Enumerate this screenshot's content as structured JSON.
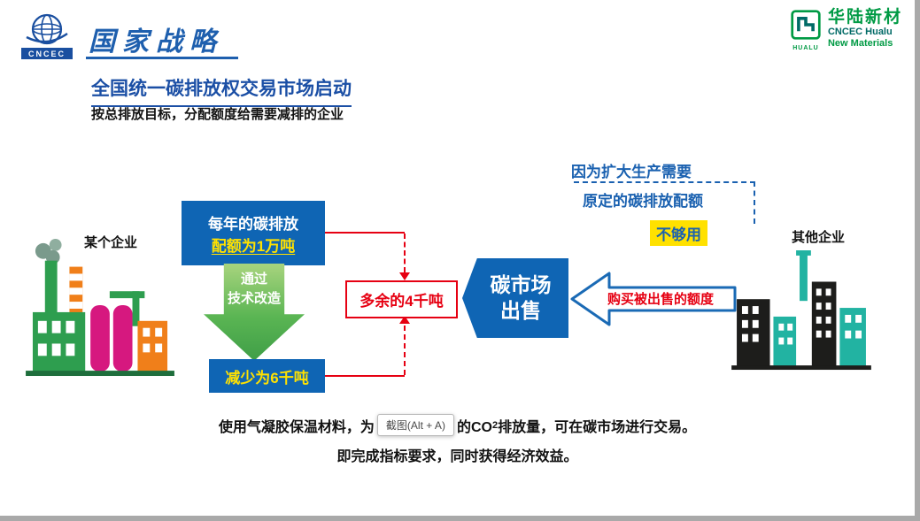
{
  "header": {
    "cncec_logo_text": "CNCEC",
    "strategy_title": "国家战略",
    "hualu": {
      "name": "华陆新材",
      "icon_label": "HUALU",
      "sub1": "CNCEC Hualu",
      "sub2": "New Materials"
    }
  },
  "slide": {
    "title": "全国统一碳排放权交易市场启动",
    "subtitle": "按总排放目标，分配额度给需要减排的企业"
  },
  "diagram": {
    "left_factory_label": "某个企业",
    "right_factory_label": "其他企业",
    "quota_box_line1": "每年的碳排放",
    "quota_box_line2": "配额为1万吨",
    "green_arrow_line1": "通过",
    "green_arrow_line2": "技术改造",
    "reduced_box": "减少为6千吨",
    "surplus_box": "多余的4千吨",
    "market_line1": "碳市场",
    "market_line2": "出售",
    "buy_arrow_label": "购买被出售的额度",
    "note_expand": "因为扩大生产需要",
    "note_original": "原定的碳排放配额",
    "note_insufficient": "不够用"
  },
  "footer": {
    "line1_before": "使用气凝胶保温材料，为",
    "line1_after_prefix": "的CO",
    "line1_subscript": "2",
    "line1_after_suffix": "排放量，可在碳市场进行交易。",
    "line2": "即完成指标要求，同时获得经济效益。"
  },
  "overlay": {
    "screenshot_tooltip": "截图(Alt + A)"
  },
  "colors": {
    "primary_blue": "#0f65b4",
    "title_blue": "#1b4fa5",
    "note_blue": "#1a61b0",
    "accent_yellow": "#ffe100",
    "alert_red": "#e60012",
    "green_arrow": "#4ca83c",
    "brand_green": "#009a44",
    "factory_teal": "#22b3a2",
    "factory_magenta": "#d6187f",
    "factory_orange": "#f07f1a"
  }
}
